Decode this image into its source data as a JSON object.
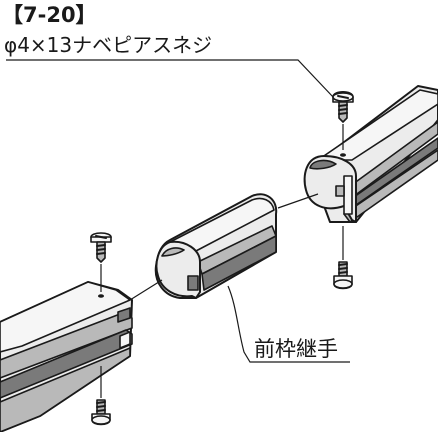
{
  "screw_label": {
    "part_number": "【7-20】",
    "part_name": "φ4×13ナベピアスネジ"
  },
  "joint_label": "前枠継手",
  "colors": {
    "line": "#1a1a1a",
    "body": "#ececec",
    "shade_dark": "#7a7a7a",
    "shade_mid": "#b9b9b9"
  }
}
